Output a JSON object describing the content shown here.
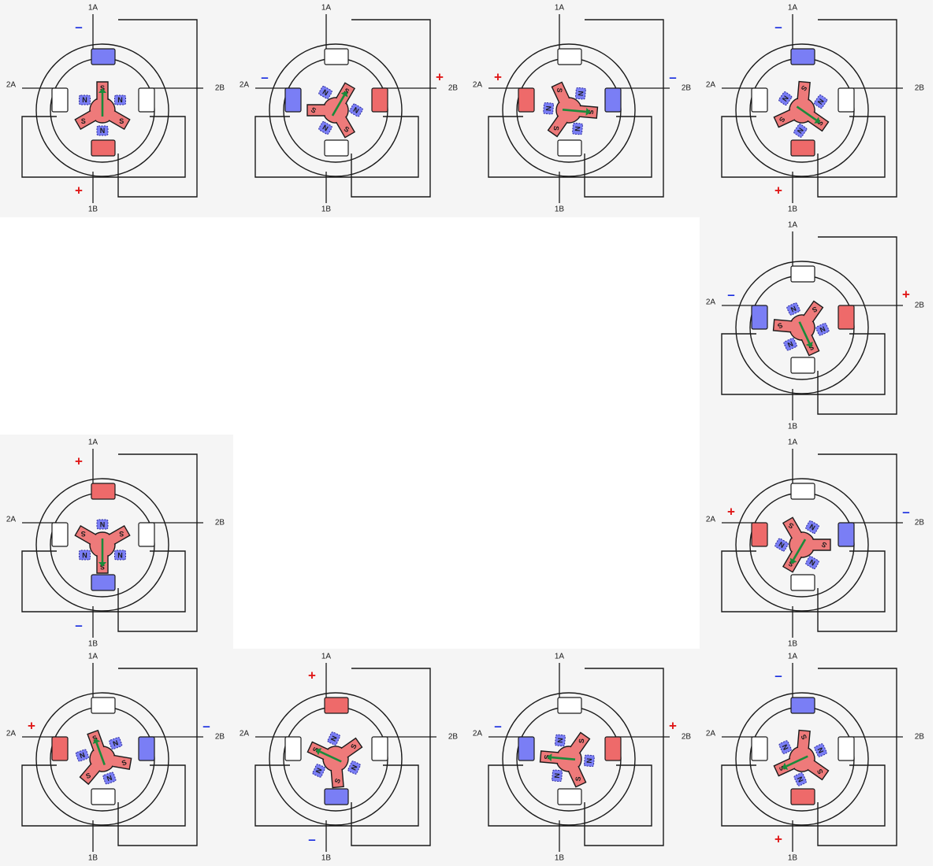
{
  "terminals": {
    "top": "1A",
    "bottom": "1B",
    "left": "2A",
    "right": "2B"
  },
  "rotor_labels": {
    "stator_tooth": "S",
    "magnet": "N"
  },
  "symbols": {
    "plus": "+",
    "minus": "–"
  },
  "colors": {
    "north_pole": "#7a7ef5",
    "south_pole": "#ee6a6a",
    "rotor": "#ee7a7a",
    "arrow": "#1a8a3a",
    "plus": "#e01818",
    "minus": "#1a2ee0"
  },
  "steps": [
    {
      "id": "step-1",
      "arrow_deg": 90,
      "poles": {
        "top": "N",
        "bottom": "S",
        "left": "off",
        "right": "off"
      },
      "signs": {
        "top": "–",
        "bottom": "+"
      }
    },
    {
      "id": "step-2",
      "arrow_deg": 60,
      "poles": {
        "top": "off",
        "bottom": "off",
        "left": "N",
        "right": "S"
      },
      "signs": {
        "left": "–",
        "right": "+"
      }
    },
    {
      "id": "step-3",
      "arrow_deg": -5,
      "poles": {
        "top": "off",
        "bottom": "off",
        "left": "S",
        "right": "N"
      },
      "signs": {
        "left": "+",
        "right": "–"
      }
    },
    {
      "id": "step-4",
      "arrow_deg": -35,
      "poles": {
        "top": "N",
        "bottom": "S",
        "left": "off",
        "right": "off"
      },
      "signs": {
        "top": "–",
        "bottom": "+"
      }
    },
    {
      "id": "step-5",
      "arrow_deg": -65,
      "poles": {
        "top": "off",
        "bottom": "off",
        "left": "N",
        "right": "S"
      },
      "signs": {
        "left": "–",
        "right": "+"
      }
    },
    {
      "id": "step-6",
      "arrow_deg": -90,
      "poles": {
        "top": "S",
        "bottom": "N",
        "left": "off",
        "right": "off"
      },
      "signs": {
        "top": "+",
        "bottom": "–"
      }
    },
    {
      "id": "step-7",
      "arrow_deg": -120,
      "poles": {
        "top": "off",
        "bottom": "off",
        "left": "S",
        "right": "N"
      },
      "signs": {
        "left": "+",
        "right": "–"
      }
    },
    {
      "id": "step-8",
      "arrow_deg": 110,
      "poles": {
        "top": "off",
        "bottom": "off",
        "left": "S",
        "right": "N"
      },
      "signs": {
        "left": "+",
        "right": "–"
      }
    },
    {
      "id": "step-9",
      "arrow_deg": 155,
      "poles": {
        "top": "S",
        "bottom": "N",
        "left": "off",
        "right": "off"
      },
      "signs": {
        "top": "+",
        "bottom": "–"
      }
    },
    {
      "id": "step-10",
      "arrow_deg": 175,
      "poles": {
        "top": "off",
        "bottom": "off",
        "left": "N",
        "right": "S"
      },
      "signs": {
        "left": "–",
        "right": "+"
      }
    },
    {
      "id": "step-11",
      "arrow_deg": -155,
      "poles": {
        "top": "N",
        "bottom": "S",
        "left": "off",
        "right": "off"
      },
      "signs": {
        "top": "–",
        "bottom": "+"
      }
    }
  ]
}
